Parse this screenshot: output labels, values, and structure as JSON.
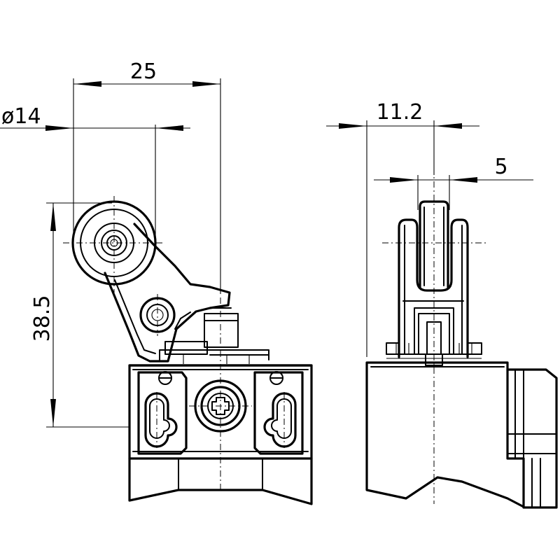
{
  "dimensions": {
    "width_overall": "25",
    "roller_diameter": "ø14",
    "height": "38.5",
    "side_offset": "11.2",
    "roller_width": "5"
  }
}
